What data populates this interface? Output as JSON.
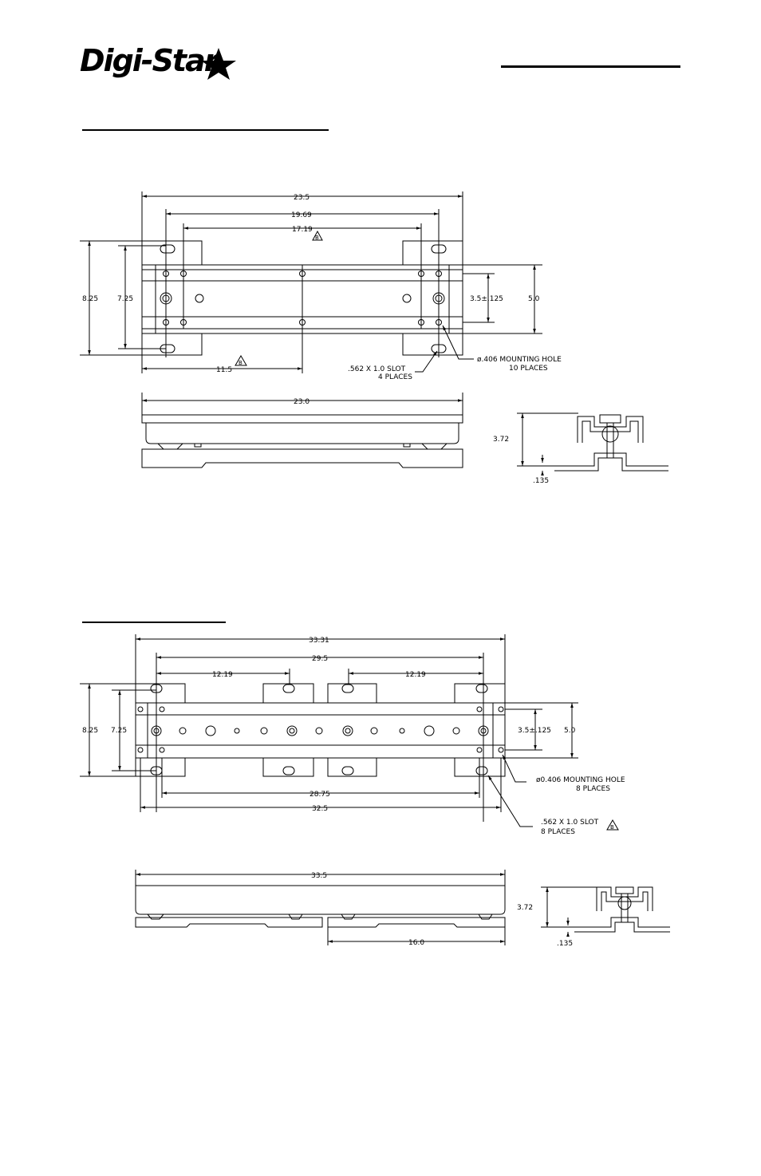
{
  "brand": {
    "logo_text": "Digi-Star"
  },
  "drawing1": {
    "plan": {
      "dim_overall": "23.5",
      "dim_outer_holes": "19.69",
      "dim_inner_holes": "17.19",
      "dim_height_outer": "8.25",
      "dim_height_inner": "7.25",
      "dim_hole_spacing": "3.5±.125",
      "dim_channel": "5.0",
      "dim_half": "11.5",
      "note_slot_1": ".562 X 1.0 SLOT",
      "note_slot_2": "4 PLACES",
      "note_hole_1": "ø.406 MOUNTING HOLE",
      "note_hole_2": "10 PLACES",
      "rev_marker": "B"
    },
    "side": {
      "dim_length": "23.0"
    },
    "end": {
      "dim_height": "3.72",
      "dim_thickness": ".135"
    }
  },
  "drawing2": {
    "plan": {
      "dim_overall": "33.31",
      "dim_holes": "29.5",
      "dim_left_span": "12.19",
      "dim_right_span": "12.19",
      "dim_height_outer": "8.25",
      "dim_height_inner": "7.25",
      "dim_hole_spacing": "3.5±.125",
      "dim_channel": "5.0",
      "dim_inner_bottom": "28.75",
      "dim_outer_bottom": "32.5",
      "note_hole_1": "ø0.406  MOUNTING  HOLE",
      "note_hole_2": "8  PLACES",
      "note_slot_1": ".562  X  1.0  SLOT",
      "note_slot_2": "8  PLACES",
      "rev_marker": "B"
    },
    "side": {
      "dim_length": "33.5",
      "dim_half": "16.0"
    },
    "end": {
      "dim_height": "3.72",
      "dim_thickness": ".135"
    }
  }
}
